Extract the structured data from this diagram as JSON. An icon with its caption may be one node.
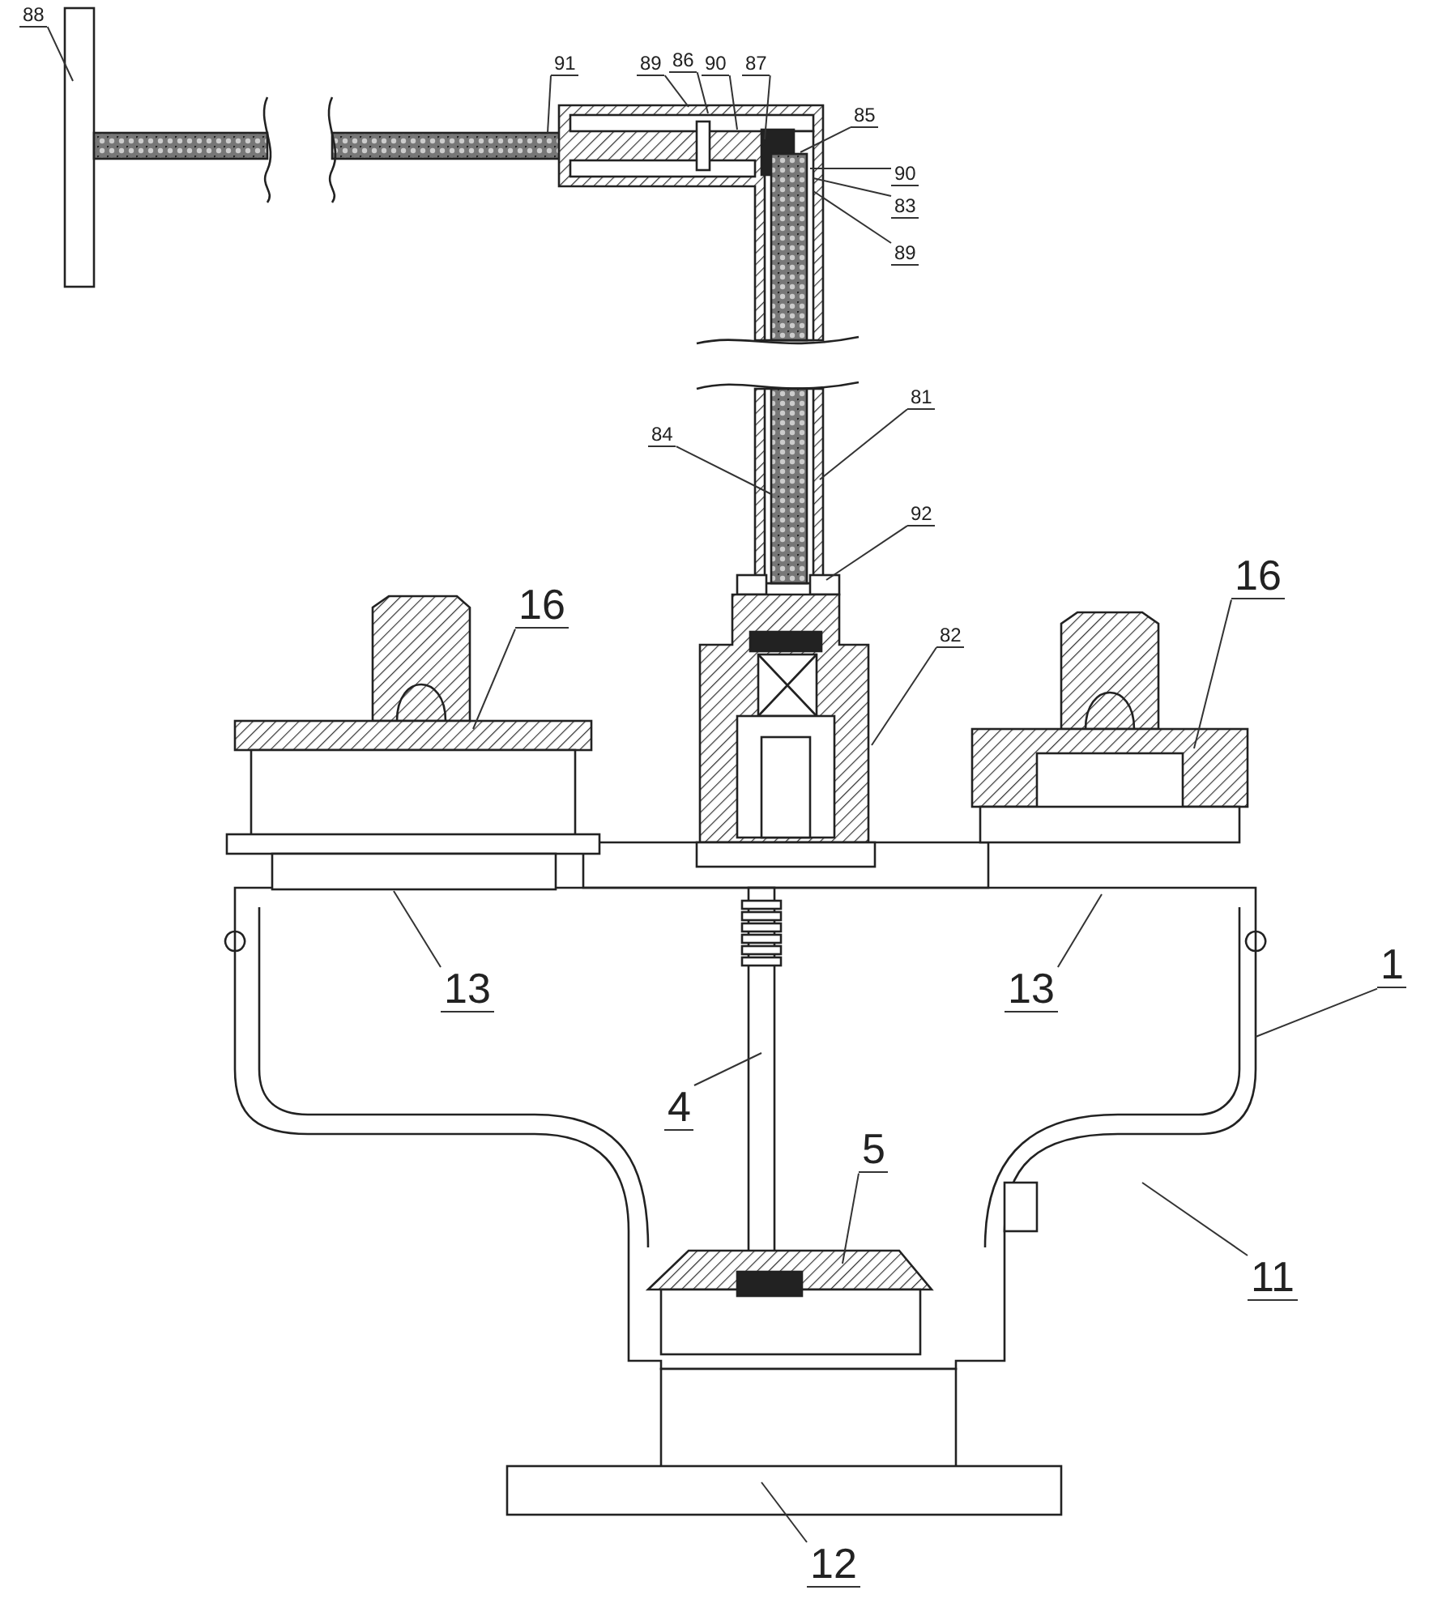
{
  "diagram": {
    "nodes": [
      {
        "text": [
          "88"
        ]
      },
      {
        "text": [
          "91"
        ]
      },
      {
        "text": [
          "89"
        ]
      },
      {
        "text": [
          "86"
        ]
      },
      {
        "text": [
          "90"
        ]
      },
      {
        "text": [
          "87"
        ]
      },
      {
        "text": [
          "85"
        ]
      },
      {
        "text": [
          "90"
        ]
      },
      {
        "text": [
          "83"
        ]
      },
      {
        "text": [
          "89"
        ]
      },
      {
        "text": [
          "84"
        ]
      },
      {
        "text": [
          "81"
        ]
      },
      {
        "text": [
          "92"
        ]
      },
      {
        "text": [
          "16"
        ]
      },
      {
        "text": [
          "82"
        ]
      },
      {
        "text": [
          "16"
        ]
      },
      {
        "text": [
          "13"
        ]
      },
      {
        "text": [
          "13"
        ]
      },
      {
        "text": [
          "1"
        ]
      },
      {
        "text": [
          "4"
        ]
      },
      {
        "text": [
          "5"
        ]
      },
      {
        "text": [
          "11"
        ]
      },
      {
        "text": [
          "12"
        ]
      }
    ],
    "edges": [
      {
        "from": 0,
        "to": null,
        "arrow": "none"
      },
      {
        "from": 1,
        "to": null,
        "arrow": "none"
      },
      {
        "from": 2,
        "to": null,
        "arrow": "none"
      },
      {
        "from": 3,
        "to": null,
        "arrow": "none"
      },
      {
        "from": 4,
        "to": null,
        "arrow": "none"
      },
      {
        "from": 5,
        "to": null,
        "arrow": "none"
      },
      {
        "from": 6,
        "to": null,
        "arrow": "none"
      },
      {
        "from": 7,
        "to": null,
        "arrow": "none"
      },
      {
        "from": 8,
        "to": null,
        "arrow": "none"
      },
      {
        "from": 9,
        "to": null,
        "arrow": "none"
      },
      {
        "from": 10,
        "to": null,
        "arrow": "none"
      },
      {
        "from": 11,
        "to": null,
        "arrow": "none"
      },
      {
        "from": 12,
        "to": null,
        "arrow": "none"
      },
      {
        "from": 13,
        "to": null,
        "arrow": "none"
      },
      {
        "from": 14,
        "to": null,
        "arrow": "none"
      },
      {
        "from": 15,
        "to": null,
        "arrow": "none"
      },
      {
        "from": 16,
        "to": null,
        "arrow": "none"
      },
      {
        "from": 17,
        "to": null,
        "arrow": "none"
      },
      {
        "from": 18,
        "to": null,
        "arrow": "none"
      },
      {
        "from": 19,
        "to": null,
        "arrow": "none"
      },
      {
        "from": 20,
        "to": null,
        "arrow": "none"
      },
      {
        "from": 21,
        "to": null,
        "arrow": "none"
      },
      {
        "from": 22,
        "to": null,
        "arrow": "none"
      }
    ]
  }
}
